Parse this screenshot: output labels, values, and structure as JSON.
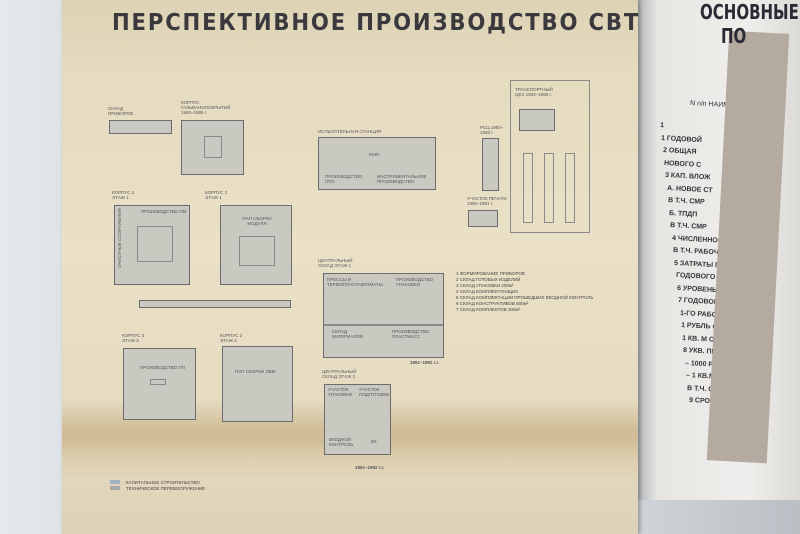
{
  "poster": {
    "title": "ПЕРСПЕКТИВНОЕ ПРОИЗВОДСТВО СВТ",
    "buildings": {
      "sklad_priborov": "СКЛАД ПРИБОРОВ",
      "galvan": "КОРПУС ГАЛЬВАНОПОКРЫТИЙ 1993–1995 г.",
      "korpus4": "КОРПУС 4 ЭТАЖ 1",
      "proizv_pm": "ПРОИЗВОДСТВО ПМ",
      "ochistnye": "ОЧИСТНЫЕ СООРУЖЕНИЯ",
      "korpus2": "КОРПУС 2 ЭТАЖ 1",
      "sborka_modulya": "ПАП СБОРКИ МОДУЛЯ",
      "isp_stanciya": "ИСПЫТАТЕЛЬНАЯ СТАНЦИЯ",
      "mep": "МЭП",
      "proizv_oto": "ПРОИЗВОДСТВО ОТО",
      "instrum": "ИНСТРУМЕНТАЛЬНОЕ ПРОИЗВОДСТВО",
      "rsc": "РСЦ 1993–1995 г.",
      "uchastok_pechati": "УЧАСТОК ПЕЧАТИ 1990–1991 г.",
      "transport": "ТРАНСПОРТНЫЙ ЦЕХ 1993–1995 г.",
      "central1": "ЦЕНТРАЛЬНЫЙ СКЛАД ЭТАЖ 1",
      "pressy": "ПРЕССЫ И ТЕРМОПЛАСТАВТОМАТЫ",
      "upakovka": "ПРОИЗВОДСТВО УПАКОВКИ",
      "sklad_materialov": "СКЛАД МАТЕРИАЛОВ",
      "plastmass": "ПРОИЗВОДСТВО ПЛАСТМАСС",
      "korpus4b": "КОРПУС 4 ЭТАЖ 2",
      "proizv_pp": "ПРОИЗВОДСТВО ПП",
      "korpus2b": "КОРПУС 2 ЭТАЖ 2",
      "sborka_evm": "ПАП СБОРКИ ЭВМ",
      "central2": "ЦЕНТРАЛЬНЫЙ СКЛАД ЭТАЖ 2",
      "uch_upakovki": "УЧАСТОК УПАКОВКИ",
      "uch_podgotovki": "УЧАСТОК ПОДГОТОВКИ",
      "vhodnoy": "ВХОДНОЙ КОНТРОЛЬ",
      "vk": "ВК",
      "dates1": "1991–1992 г.г.",
      "dates2": "1991–1992 г.г."
    },
    "list": [
      "1 ФОРМИРОВАНИЕ ПРИБОРОВ",
      "2 СКЛАД ГОТОВЫХ ИЗДЕЛИЙ",
      "3 СКЛАД УПАКОВКИ 200м²",
      "4 СКЛАД КОМПЛЕКТУЮЩИХ",
      "5 СКЛАД КОМПЛЕКТАЦИИ ПРОШЕДШИХ ВХОДНОЙ КОНТРОЛЬ",
      "6 СКЛАД КОНСТРУКТИВОВ 600м²",
      "7 СКЛАД КОМПЛЕКТОВ 300м²"
    ],
    "legend": [
      "КАПИТАЛЬНОЕ СТРОИТЕЛЬСТВО",
      "ТЕХНИЧЕСКОЕ ПЕРЕВООРУЖЕНИЕ"
    ]
  },
  "side_poster": {
    "title1": "ОСНОВНЫЕ",
    "title2": "ПО",
    "head": "N п/п  НАИМ. ПОКАЗ.",
    "rows": [
      "1",
      "1 ГОДОВОЙ",
      "2 ОБЩАЯ",
      "НОВОГО С",
      "3 КАП. ВЛОЖ",
      "А. НОВОЕ СТ",
      "В Т.Ч. СМР",
      "Б. ТПДП",
      "В Т.Ч. СМР",
      "4 ЧИСЛЕННОСТЬ",
      "В Т.Ч. РАБОЧИ",
      "5 ЗАТРАТЫ ПР",
      "ГОДОВОГО ВЫ",
      "6 УРОВЕНЬ РЕНТ",
      "7 ГОДОВОЙ ВЫП",
      "1-ГО РАБОТАЮ",
      "1 РУБЛЬ ОСНОВ",
      "1 КВ. М ОБЩ",
      "8 УКВ. ПРИХОДЯ",
      "– 1000 РУБ. ГО",
      "– 1 КВ.М НОВО",
      "В Т.Ч. СМР",
      "9 СРОК ОКУПАЕМО"
    ]
  }
}
